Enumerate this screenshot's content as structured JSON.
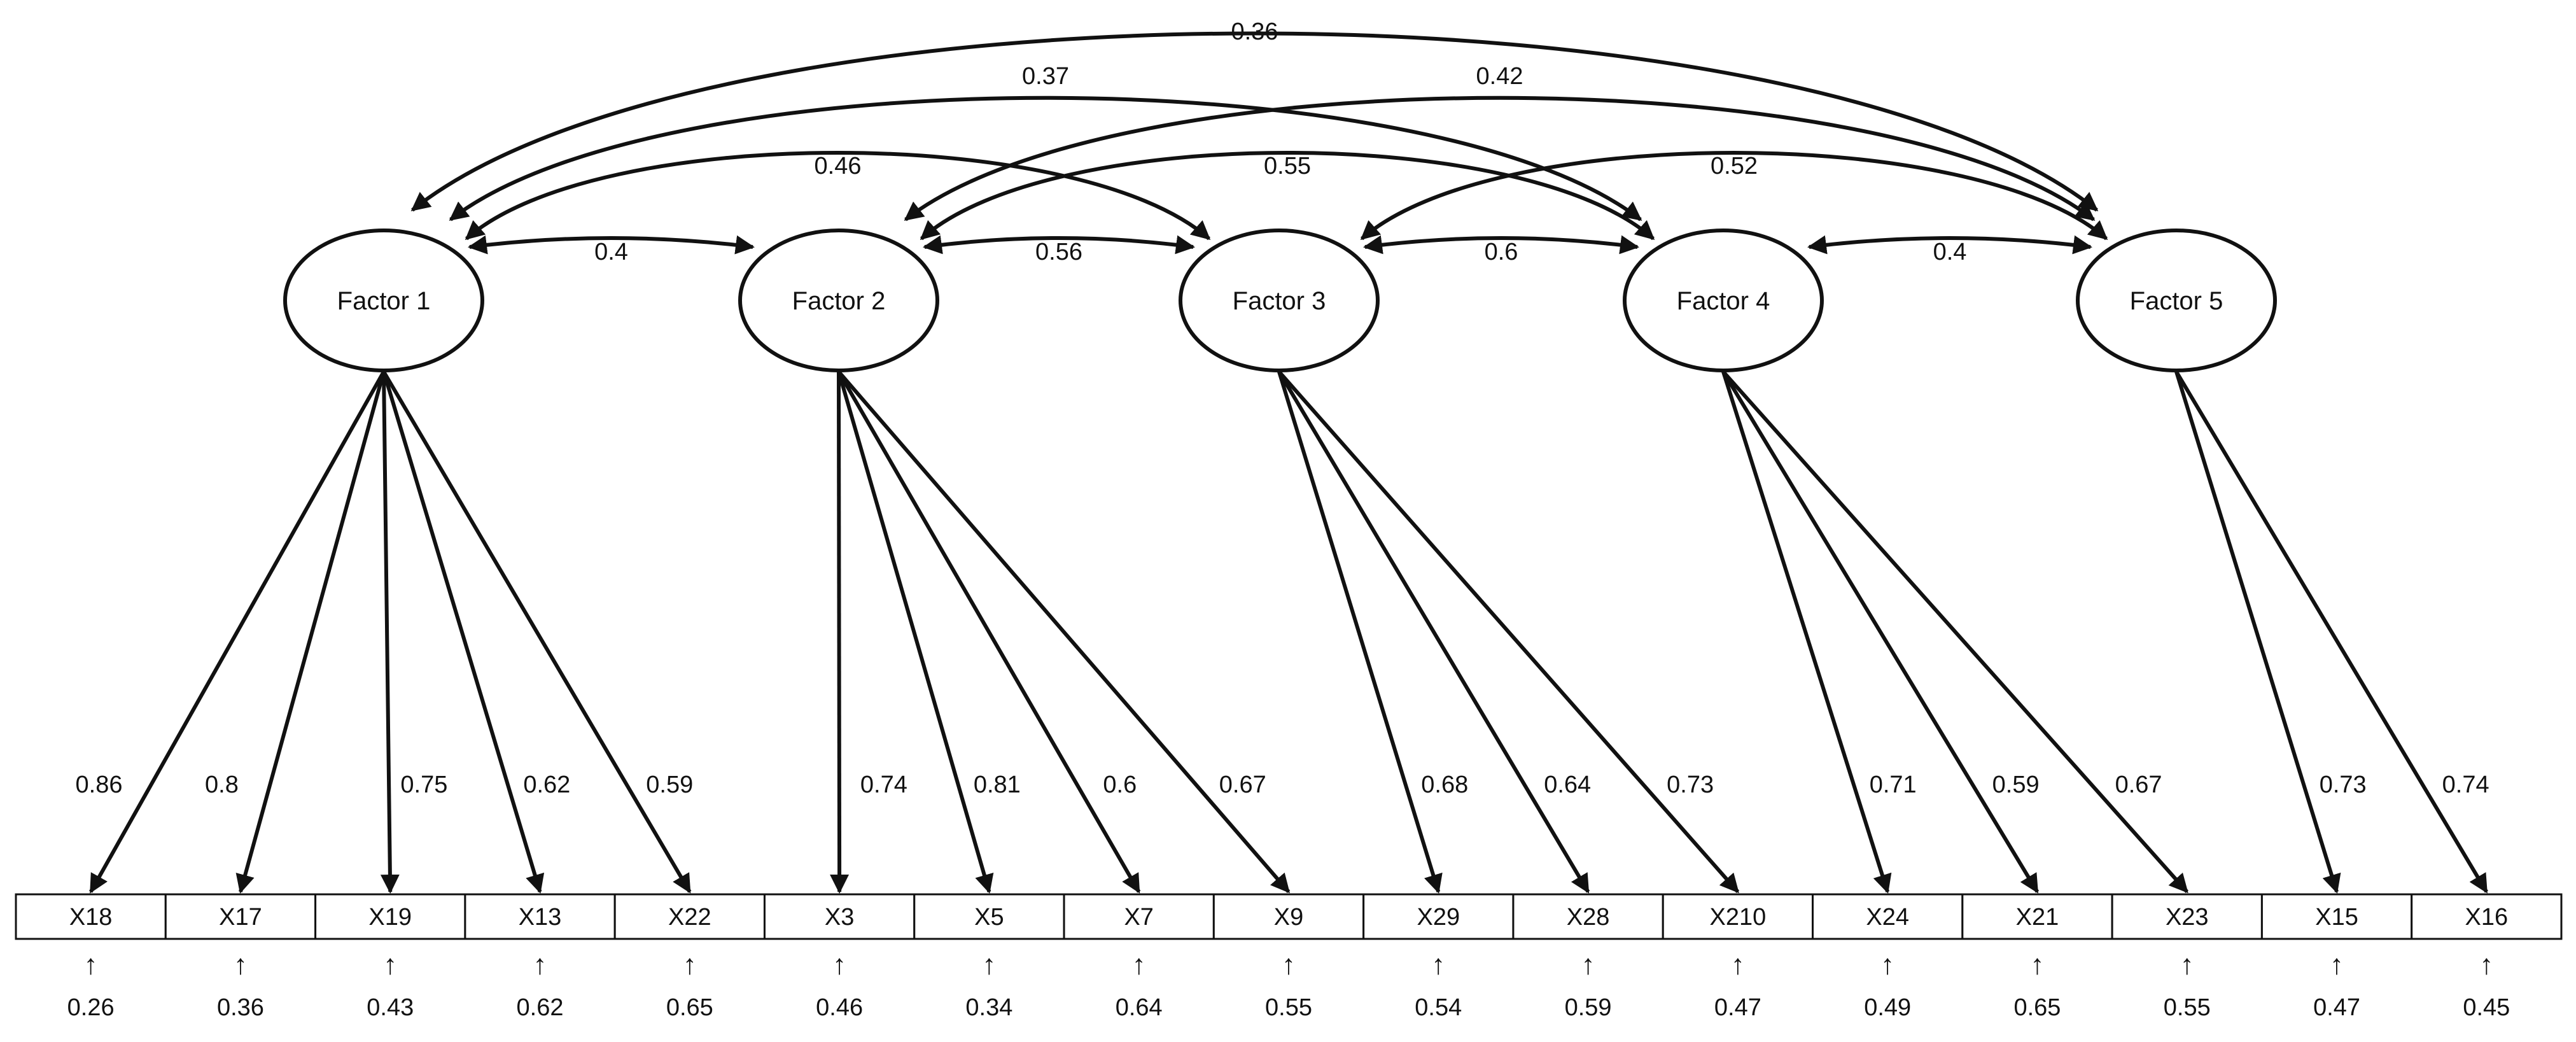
{
  "factors": [
    {
      "label": "Factor 1"
    },
    {
      "label": "Factor 2"
    },
    {
      "label": "Factor 3"
    },
    {
      "label": "Factor 4"
    },
    {
      "label": "Factor 5"
    }
  ],
  "indicators": [
    {
      "label": "X18",
      "factor": 0,
      "loading": "0.86",
      "error": "0.26"
    },
    {
      "label": "X17",
      "factor": 0,
      "loading": "0.8",
      "error": "0.36"
    },
    {
      "label": "X19",
      "factor": 0,
      "loading": "0.75",
      "error": "0.43"
    },
    {
      "label": "X13",
      "factor": 0,
      "loading": "0.62",
      "error": "0.62"
    },
    {
      "label": "X22",
      "factor": 0,
      "loading": "0.59",
      "error": "0.65"
    },
    {
      "label": "X3",
      "factor": 1,
      "loading": "0.74",
      "error": "0.46"
    },
    {
      "label": "X5",
      "factor": 1,
      "loading": "0.81",
      "error": "0.34"
    },
    {
      "label": "X7",
      "factor": 1,
      "loading": "0.6",
      "error": "0.64"
    },
    {
      "label": "X9",
      "factor": 1,
      "loading": "0.67",
      "error": "0.55"
    },
    {
      "label": "X29",
      "factor": 2,
      "loading": "0.68",
      "error": "0.54"
    },
    {
      "label": "X28",
      "factor": 2,
      "loading": "0.64",
      "error": "0.59"
    },
    {
      "label": "X210",
      "factor": 2,
      "loading": "0.73",
      "error": "0.47"
    },
    {
      "label": "X24",
      "factor": 3,
      "loading": "0.71",
      "error": "0.49"
    },
    {
      "label": "X21",
      "factor": 3,
      "loading": "0.59",
      "error": "0.65"
    },
    {
      "label": "X23",
      "factor": 3,
      "loading": "0.67",
      "error": "0.55"
    },
    {
      "label": "X15",
      "factor": 4,
      "loading": "0.73",
      "error": "0.47"
    },
    {
      "label": "X16",
      "factor": 4,
      "loading": "0.74",
      "error": "0.45"
    }
  ],
  "correlations": [
    {
      "from": 0,
      "to": 1,
      "value": "0.4"
    },
    {
      "from": 1,
      "to": 2,
      "value": "0.56"
    },
    {
      "from": 2,
      "to": 3,
      "value": "0.6"
    },
    {
      "from": 3,
      "to": 4,
      "value": "0.4"
    },
    {
      "from": 0,
      "to": 2,
      "value": "0.46"
    },
    {
      "from": 1,
      "to": 3,
      "value": "0.55"
    },
    {
      "from": 2,
      "to": 4,
      "value": "0.52"
    },
    {
      "from": 0,
      "to": 3,
      "value": "0.37"
    },
    {
      "from": 1,
      "to": 4,
      "value": "0.42"
    },
    {
      "from": 0,
      "to": 4,
      "value": "0.36"
    }
  ],
  "error_arrow_glyph": "↑"
}
